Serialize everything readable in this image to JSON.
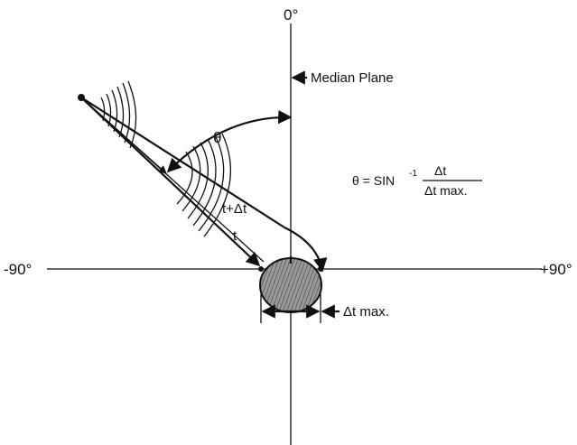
{
  "labels": {
    "top_angle": "0°",
    "left_angle": "-90°",
    "right_angle": "+90°",
    "median_plane": "Median Plane",
    "theta": "θ",
    "path_far": "t+Δt",
    "path_near": "t",
    "delta_t_max": "Δt max."
  },
  "formula": {
    "lhs": "θ = SIN",
    "exponent": "-1",
    "numerator": "Δt",
    "denominator": "Δt max."
  },
  "colors": {
    "ink": "#111111",
    "head_shade": "#8a8a8a",
    "background": "#ffffff"
  }
}
